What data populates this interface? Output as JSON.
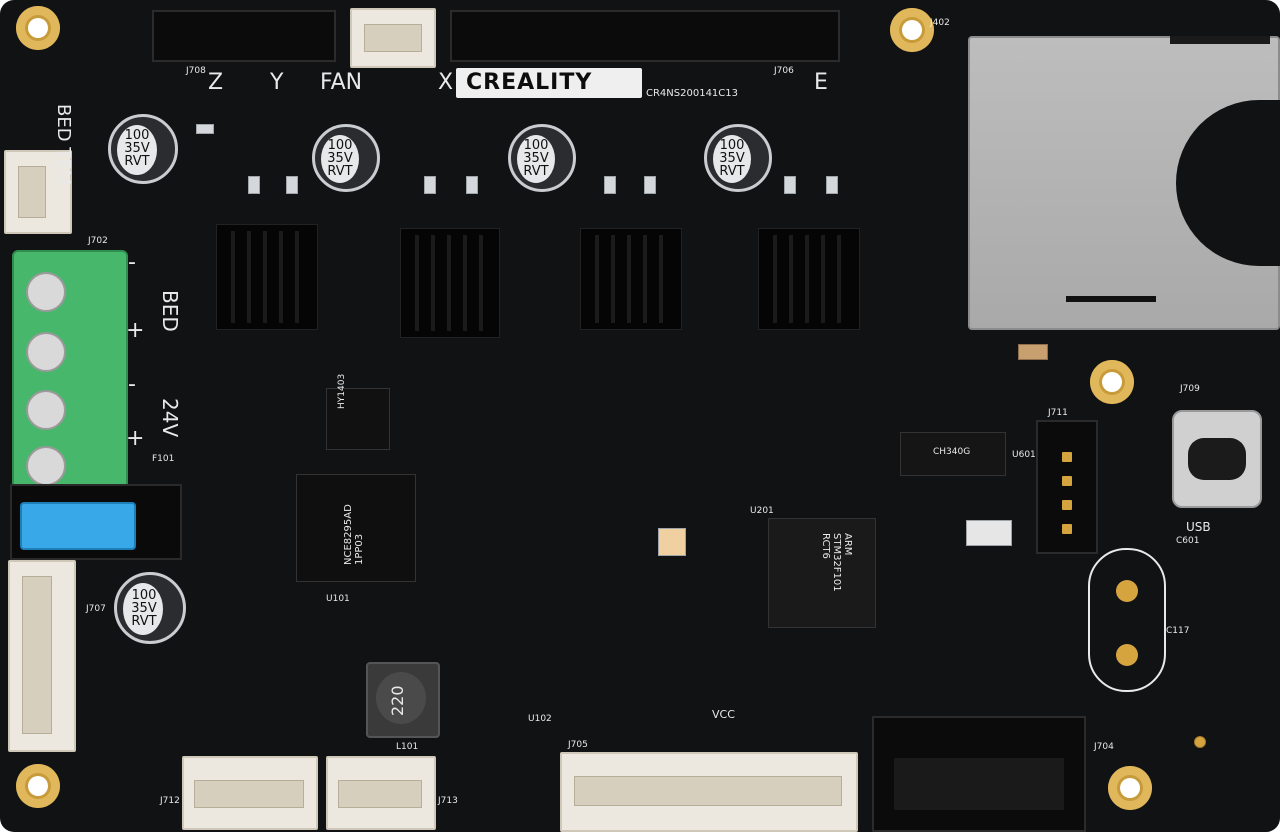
{
  "brand": {
    "logo_text": "CREALITY",
    "board_code": "CR4NS200141C13"
  },
  "labels": {
    "axis_z": "Z",
    "axis_y": "Y",
    "fan": "FAN",
    "axis_x": "X",
    "axis_e": "E",
    "bed_temp": "BED TEM",
    "bed": "BED",
    "power_24v": "24V",
    "plus_1": "+",
    "minus_1": "-",
    "plus_2": "+",
    "minus_2": "-",
    "usb": "USB",
    "vcc": "VCC"
  },
  "component_text": {
    "cap_c316": "100\n35V\nRVT",
    "cap_c310": "100\n35V\nRVT",
    "cap_c303": "100\n35V\nRVT",
    "cap_c322": "100\n35V\nRVT",
    "cap_c101": "100\n35V\nRVT",
    "inductor": "220",
    "regulator": "NCE8295AD\n1PP03",
    "mcu_label": "ARM\nSTM32F101\nRCT6",
    "usb_chip": "CH340G",
    "driver_ic": "HY1403"
  },
  "refdes": {
    "j708": "J708",
    "j706": "J706",
    "j402": "J402",
    "j707": "J707",
    "j702": "J702",
    "j709": "J709",
    "j711": "J711",
    "j712": "J712",
    "j713": "J713",
    "j705": "J705",
    "j704": "J704",
    "f101": "F101",
    "u101": "U101",
    "u102": "U102",
    "u201": "U201",
    "u601": "U601",
    "l101": "L101",
    "c117": "C117",
    "c601": "C601"
  },
  "colors": {
    "pcb": "#111214",
    "gold": "#c79a3a",
    "terminal_green": "#47b86b",
    "fuse_blue": "#39a8e8",
    "connector_white": "#ece8df",
    "sd_metal": "#b3b3b3"
  }
}
